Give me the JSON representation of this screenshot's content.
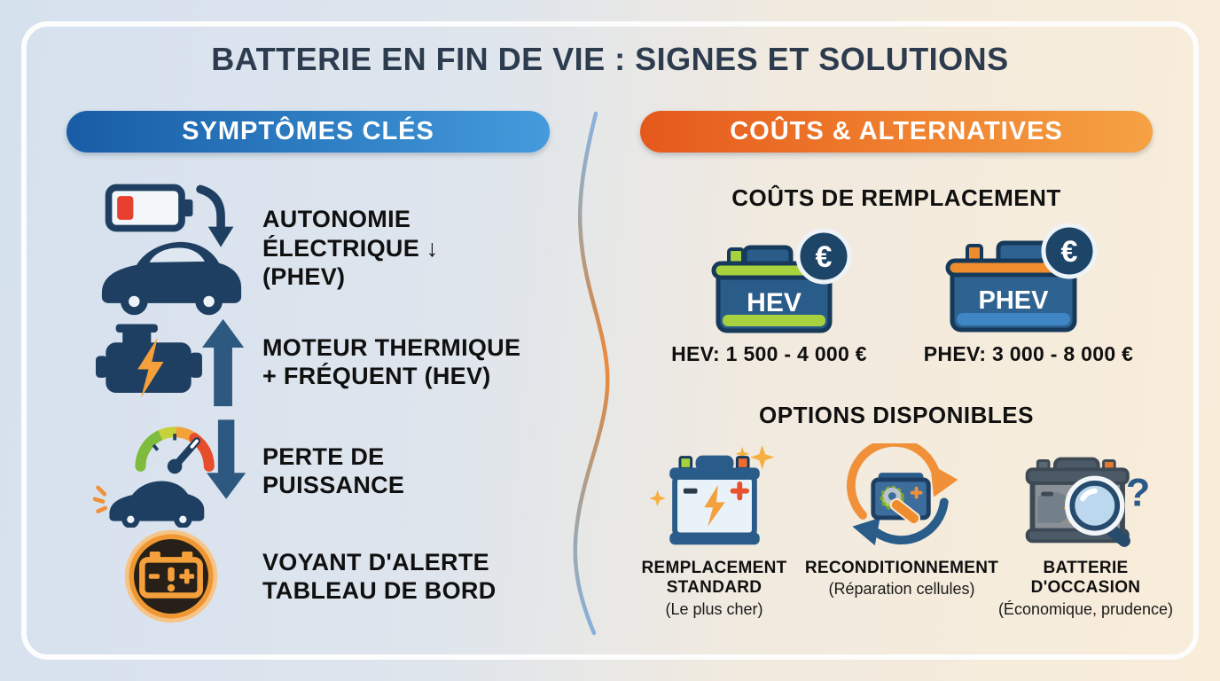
{
  "title": "BATTERIE EN FIN DE VIE : SIGNES ET SOLUTIONS",
  "symptoms": {
    "header": "SYMPTÔMES CLÉS",
    "items": [
      {
        "icon": "ev-battery-range-drop-icon",
        "label": "AUTONOMIE\nÉLECTRIQUE ↓\n(PHEV)"
      },
      {
        "icon": "combustion-engine-increase-icon",
        "label": "MOTEUR THERMIQUE\n+ FRÉQUENT (HEV)"
      },
      {
        "icon": "power-loss-gauge-icon",
        "label": "PERTE DE\nPUISSANCE"
      },
      {
        "icon": "dashboard-battery-warning-icon",
        "label": "VOYANT D'ALERTE\nTABLEAU DE BORD"
      }
    ]
  },
  "alternatives": {
    "header": "COÛTS & ALTERNATIVES",
    "replacement_costs": {
      "title": "COÛTS DE REMPLACEMENT",
      "items": [
        {
          "icon": "hev-battery-euro-icon",
          "badge": "HEV",
          "euro": "€",
          "price": "HEV: 1 500 - 4 000 €"
        },
        {
          "icon": "phev-battery-euro-icon",
          "badge": "PHEV",
          "euro": "€",
          "price": "PHEV: 3 000 - 8 000 €"
        }
      ]
    },
    "options": {
      "title": "OPTIONS DISPONIBLES",
      "items": [
        {
          "icon": "standard-replacement-battery-icon",
          "name": "REMPLACEMENT\nSTANDARD",
          "note": "(Le plus cher)"
        },
        {
          "icon": "reconditioning-cycle-icon",
          "name": "RECONDITIONNEMENT",
          "note": "(Réparation cellules)"
        },
        {
          "icon": "used-battery-inspection-icon",
          "name": "BATTERIE\nD'OCCASION",
          "note": "(Économique, prudence)",
          "question_mark": "?"
        }
      ]
    }
  },
  "colors": {
    "title_text": "#2c3c4e",
    "body_text": "#101010",
    "blue_pill_start": "#185da6",
    "blue_pill_end": "#449bdc",
    "orange_pill_start": "#e5581c",
    "orange_pill_end": "#f5a243",
    "background_left": "#d6e1ee",
    "background_right": "#f9edd9",
    "navy_icon": "#1e3f61",
    "accent_orange": "#f6a03b",
    "accent_red": "#e8402e",
    "accent_green": "#a7d23f",
    "hev_body_blue": "#2a5c8a",
    "phev_stripe_orange": "#ef8d2c"
  }
}
